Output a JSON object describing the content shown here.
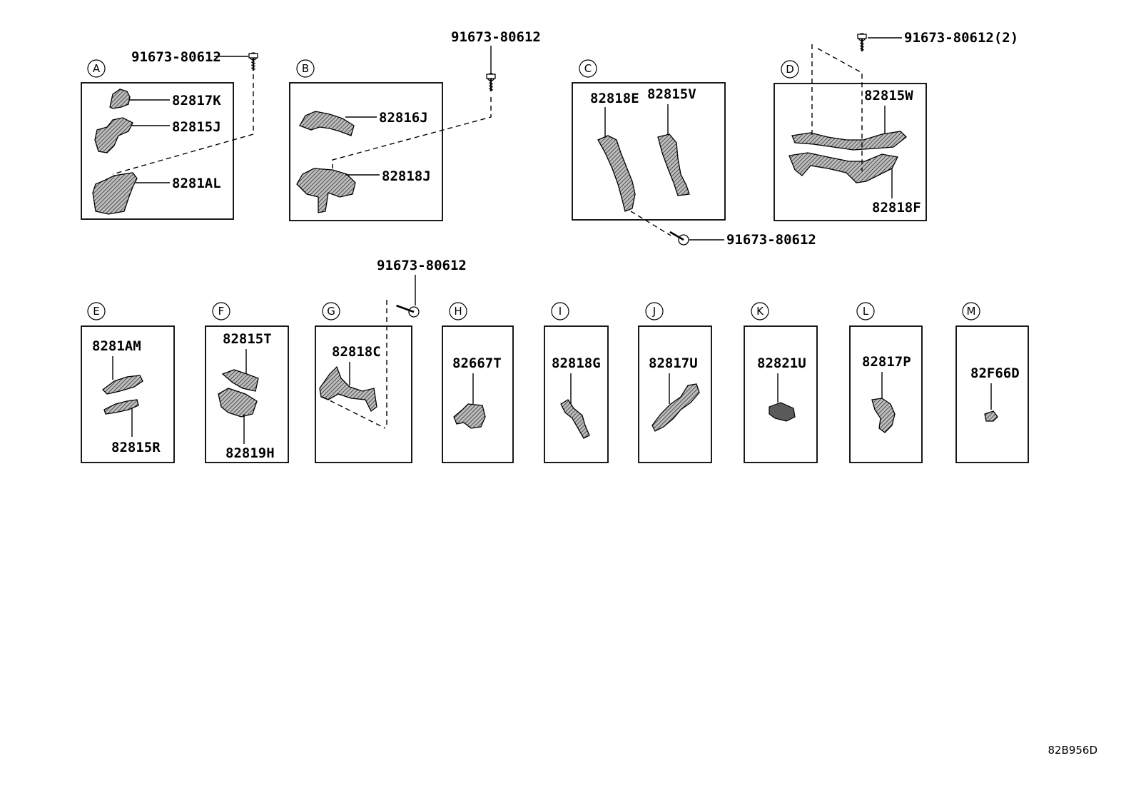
{
  "groups": [
    {
      "letter": "A",
      "parts": [
        "82817K",
        "82815J",
        "8281AL"
      ]
    },
    {
      "letter": "B",
      "parts": [
        "82816J",
        "82818J"
      ]
    },
    {
      "letter": "C",
      "parts": [
        "82818E",
        "82815V"
      ]
    },
    {
      "letter": "D",
      "parts": [
        "82815W",
        "82818F"
      ]
    },
    {
      "letter": "E",
      "parts": [
        "8281AM",
        "82815R"
      ]
    },
    {
      "letter": "F",
      "parts": [
        "82815T",
        "82819H"
      ]
    },
    {
      "letter": "G",
      "parts": [
        "82818C"
      ]
    },
    {
      "letter": "H",
      "parts": [
        "82667T"
      ]
    },
    {
      "letter": "I",
      "parts": [
        "82818G"
      ]
    },
    {
      "letter": "J",
      "parts": [
        "82817U"
      ]
    },
    {
      "letter": "K",
      "parts": [
        "82821U"
      ]
    },
    {
      "letter": "L",
      "parts": [
        "82817P"
      ]
    },
    {
      "letter": "M",
      "parts": [
        "82F66D"
      ]
    }
  ],
  "bolts": {
    "a": "91673-80612",
    "b": "91673-80612",
    "c": "91673-80612",
    "d": "91673-80612(2)",
    "g": "91673-80612"
  },
  "diagram_code": "82B956D"
}
